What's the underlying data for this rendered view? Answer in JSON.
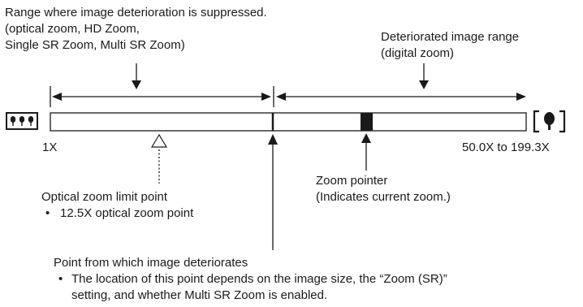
{
  "suppressed_range": {
    "lines": [
      "Range where image deterioration is suppressed.",
      "(optical zoom, HD Zoom,",
      "Single SR Zoom, Multi SR Zoom)"
    ]
  },
  "deteriorated_range": {
    "lines": [
      "Deteriorated image range",
      "(digital zoom)"
    ]
  },
  "scale": {
    "min_label": "1X",
    "max_label": "50.0X to 199.3X",
    "wide_icon": "multiple-trees-icon",
    "tele_icon": "single-tree-icon"
  },
  "zoom_pointer": {
    "lines": [
      "Zoom pointer",
      "(Indicates current zoom.)"
    ]
  },
  "optical_limit": {
    "title": "Optical zoom limit point",
    "bullet": "•",
    "detail": "12.5X optical zoom point"
  },
  "deterioration_point": {
    "title": "Point from which image deteriorates",
    "bullet": "•",
    "detail_lines": [
      "The location of this point depends on the image size, the “Zoom (SR)”",
      "setting, and whether Multi SR Zoom is enabled."
    ]
  },
  "colors": {
    "ink": "#1a1a1a",
    "background": "#ffffff"
  }
}
